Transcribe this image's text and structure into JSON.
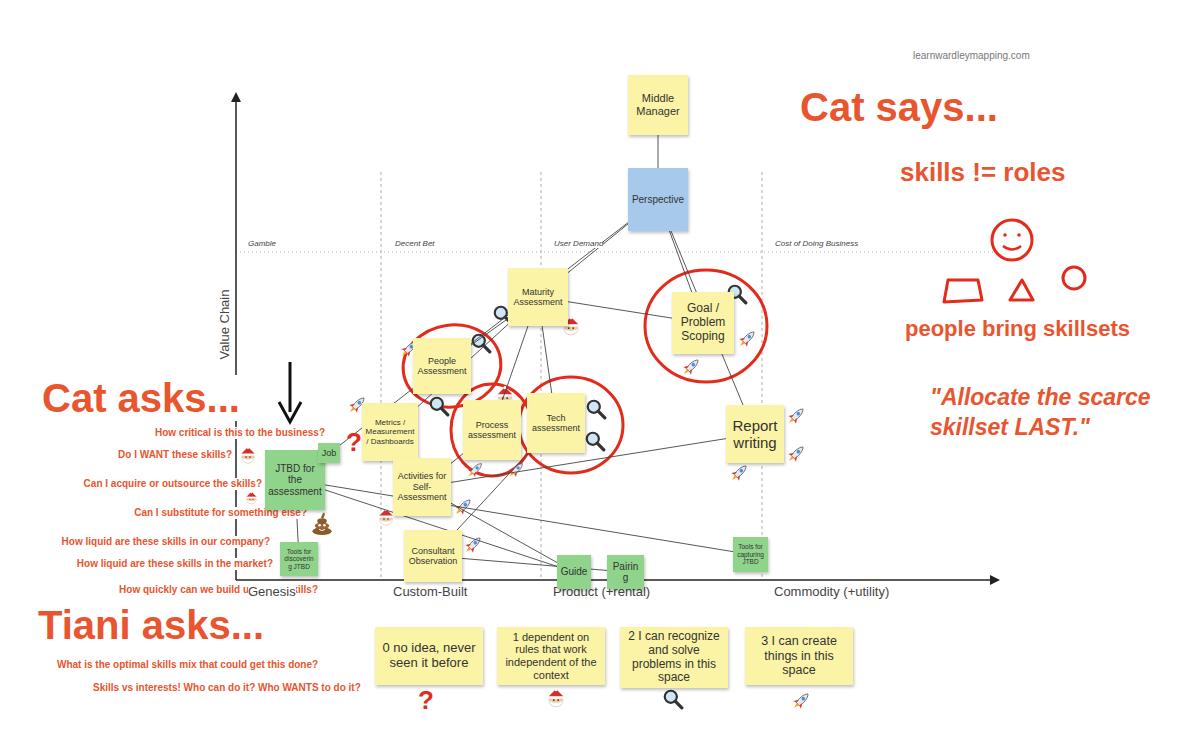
{
  "diagram": {
    "nodes": [
      {
        "text": [
          "Middle Manager"
        ]
      },
      {
        "text": [
          "Perspective"
        ]
      },
      {
        "text": [
          "Maturity Assessment"
        ]
      },
      {
        "text": [
          "Goal / Problem Scoping"
        ]
      },
      {
        "text": [
          "People Assessment"
        ]
      },
      {
        "text": [
          "Metrics / Measurement / Dashboards"
        ]
      },
      {
        "text": [
          "Process assessment"
        ]
      },
      {
        "text": [
          "Tech assessment"
        ]
      },
      {
        "text": [
          "Report writing"
        ]
      },
      {
        "text": [
          "JTBD for the assessment"
        ]
      },
      {
        "text": [
          "Job"
        ]
      },
      {
        "text": [
          "Activities for Self-Assessment"
        ]
      },
      {
        "text": [
          "Tools for discovering JTBD"
        ]
      },
      {
        "text": [
          "Consultant Observation"
        ]
      },
      {
        "text": [
          "Guide"
        ]
      },
      {
        "text": [
          "Pairing"
        ]
      },
      {
        "text": [
          "Tools for capturing JTBD"
        ]
      },
      {
        "text": [
          "0 no idea, never seen it before"
        ]
      },
      {
        "text": [
          "1 dependent on rules that work independent of the context"
        ]
      },
      {
        "text": [
          "2 I can recognize and solve problems in this space"
        ]
      },
      {
        "text": [
          "3 I can create things in this space"
        ]
      }
    ],
    "edges": [
      {
        "from": 0,
        "to": 1,
        "arrow": "none"
      },
      {
        "from": 1,
        "to": 2,
        "arrow": "none"
      },
      {
        "from": 1,
        "to": 3,
        "arrow": "none"
      },
      {
        "from": 1,
        "to": 4,
        "arrow": "none"
      },
      {
        "from": 1,
        "to": 8,
        "arrow": "none"
      },
      {
        "from": 2,
        "to": 3,
        "arrow": "none"
      },
      {
        "from": 2,
        "to": 4,
        "arrow": "none"
      },
      {
        "from": 2,
        "to": 5,
        "arrow": "none"
      },
      {
        "from": 2,
        "to": 6,
        "arrow": "none"
      },
      {
        "from": 2,
        "to": 7,
        "arrow": "none"
      },
      {
        "from": 4,
        "to": 9,
        "arrow": "none"
      },
      {
        "from": 6,
        "to": 11,
        "arrow": "none"
      },
      {
        "from": 7,
        "to": 13,
        "arrow": "none"
      },
      {
        "from": 8,
        "to": 11,
        "arrow": "none"
      },
      {
        "from": 9,
        "to": 12,
        "arrow": "none"
      },
      {
        "from": 9,
        "to": 14,
        "arrow": "none"
      },
      {
        "from": 9,
        "to": 16,
        "arrow": "none"
      },
      {
        "from": 11,
        "to": 14,
        "arrow": "none"
      },
      {
        "from": 13,
        "to": 15,
        "arrow": "none"
      }
    ],
    "labels": [
      "learnwardleymapping.com",
      "Cat says...",
      "skills != roles",
      "people bring skillsets",
      "\"Allocate the scarce skillset LAST.\"",
      "Cat asks...",
      "How critical is this to the business?",
      "Do I WANT these skills?",
      "Can I acquire or outsource the skills?",
      "Can I substitute for something else?",
      "How liquid are these skills in our company?",
      "How liquid are these skills in the market?",
      "How quickly can we build up these skills?",
      "Tiani asks...",
      "What is the optimal skills mix that could get this done?",
      "Skills vs interests! Who can do it? Who WANTS to do it?",
      "Value Chain",
      "Gamble",
      "Decent Bet",
      "User Demand",
      "Cost of Doing Business",
      "Genesis",
      "Custom-Built",
      "Product (+rental)",
      "Commodity (+utility)",
      "?",
      "?"
    ]
  }
}
